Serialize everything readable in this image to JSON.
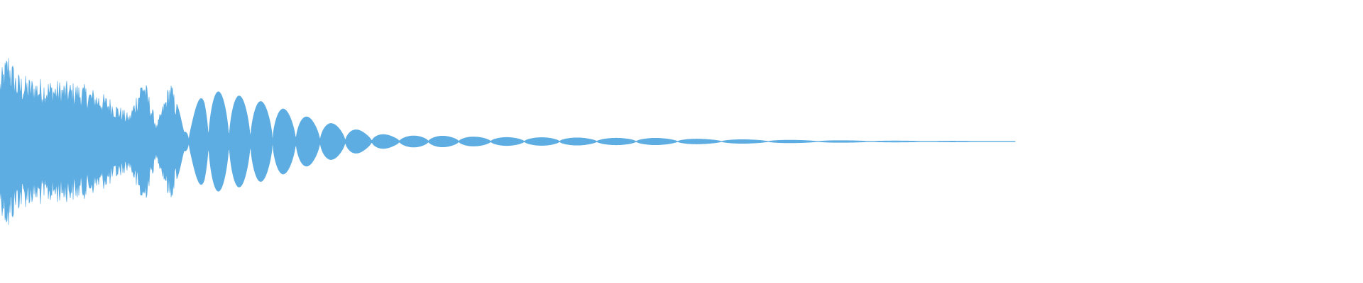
{
  "waveform": {
    "color": "#5dade2",
    "background": "#ffffff",
    "envelope": [
      {
        "t": 0.0,
        "a": 0.6
      },
      {
        "t": 0.006,
        "a": 0.82
      },
      {
        "t": 0.012,
        "a": 0.62
      },
      {
        "t": 0.02,
        "a": 0.58
      },
      {
        "t": 0.04,
        "a": 0.55
      },
      {
        "t": 0.06,
        "a": 0.52
      },
      {
        "t": 0.08,
        "a": 0.4
      },
      {
        "t": 0.095,
        "a": 0.24
      },
      {
        "t": 0.105,
        "a": 0.62
      },
      {
        "t": 0.115,
        "a": 0.15
      },
      {
        "t": 0.125,
        "a": 0.56
      },
      {
        "t": 0.135,
        "a": 0.1
      },
      {
        "t": 0.15,
        "a": 0.46
      },
      {
        "t": 0.17,
        "a": 0.42
      },
      {
        "t": 0.19,
        "a": 0.36
      },
      {
        "t": 0.21,
        "a": 0.28
      },
      {
        "t": 0.23,
        "a": 0.2
      },
      {
        "t": 0.25,
        "a": 0.14
      },
      {
        "t": 0.27,
        "a": 0.08
      },
      {
        "t": 0.29,
        "a": 0.05
      },
      {
        "t": 0.32,
        "a": 0.05
      },
      {
        "t": 0.35,
        "a": 0.04
      },
      {
        "t": 0.38,
        "a": 0.035
      },
      {
        "t": 0.41,
        "a": 0.035
      },
      {
        "t": 0.44,
        "a": 0.03
      },
      {
        "t": 0.48,
        "a": 0.03
      },
      {
        "t": 0.52,
        "a": 0.02
      },
      {
        "t": 0.56,
        "a": 0.015
      },
      {
        "t": 0.6,
        "a": 0.01
      },
      {
        "t": 0.65,
        "a": 0.006
      },
      {
        "t": 0.7,
        "a": 0.004
      },
      {
        "t": 0.73,
        "a": 0.003
      },
      {
        "t": 0.745,
        "a": 0.0
      }
    ]
  }
}
